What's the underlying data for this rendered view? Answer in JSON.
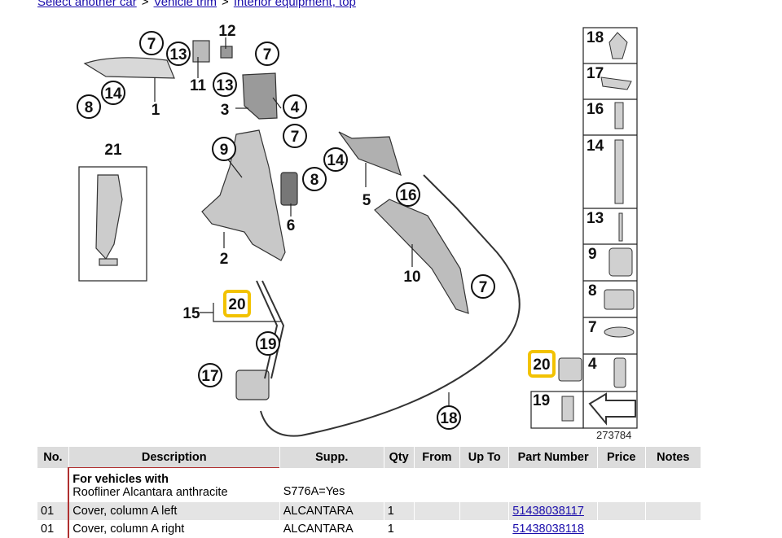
{
  "breadcrumb": {
    "items": [
      "Select another car",
      "Vehicle trim",
      "Interior equipment, top"
    ],
    "separator": ">"
  },
  "diagram": {
    "image_id_label": "273784",
    "callouts_main": [
      "7",
      "13",
      "12",
      "7",
      "14",
      "11",
      "13",
      "8",
      "1",
      "3",
      "4",
      "21",
      "9",
      "7",
      "14",
      "8",
      "5",
      "16",
      "6",
      "2",
      "10",
      "7",
      "20",
      "15",
      "19",
      "17",
      "18"
    ],
    "sidebar_labels": [
      "18",
      "17",
      "16",
      "14",
      "13",
      "9",
      "8",
      "7",
      "4",
      "19",
      "20"
    ],
    "highlight_color": "#f2c200"
  },
  "table": {
    "headers": [
      "No.",
      "Description",
      "Supp.",
      "Qty",
      "From",
      "Up To",
      "Part Number",
      "Price",
      "Notes"
    ],
    "group": {
      "title": "For vehicles with",
      "subtitle": "Roofliner Alcantara anthracite",
      "supp": "S776A=Yes"
    },
    "rows": [
      {
        "no": "01",
        "description": "Cover, column A left",
        "supp": "ALCANTARA",
        "qty": "1",
        "from": "",
        "upto": "",
        "part_number": "51438038117",
        "price": "",
        "notes": ""
      },
      {
        "no": "01",
        "description": "Cover, column A right",
        "supp": "ALCANTARA",
        "qty": "1",
        "from": "",
        "upto": "",
        "part_number": "51438038118",
        "price": "",
        "notes": ""
      }
    ]
  }
}
